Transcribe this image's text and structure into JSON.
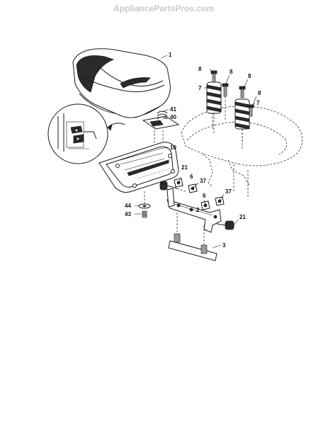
{
  "watermark": "AppliancePartsPros.com",
  "labels": {
    "p1": "1",
    "p2": "2",
    "p3": "3",
    "p6a": "6",
    "p6b": "6",
    "p7a": "7",
    "p7b": "7",
    "p8a": "8",
    "p8b": "8",
    "p8c": "8",
    "p8d": "8",
    "p10": "10",
    "p21a": "21",
    "p21b": "21",
    "p37a": "37",
    "p37b": "37",
    "p40": "40",
    "p41": "41",
    "p43": "43",
    "p44": "44"
  }
}
